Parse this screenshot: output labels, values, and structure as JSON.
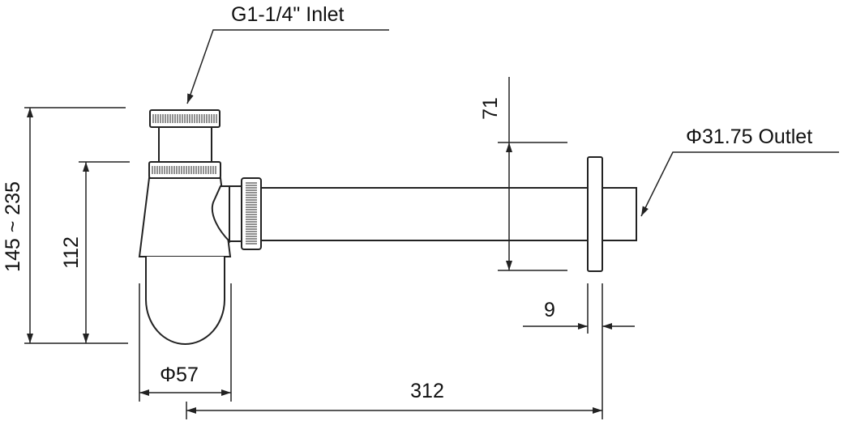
{
  "labels": {
    "inlet": "G1-1/4\" Inlet",
    "outlet": "Φ31.75 Outlet"
  },
  "dimensions": {
    "total_height": "145 ~ 235",
    "body_height": "112",
    "cup_diameter": "Φ57",
    "outlet_offset": "71",
    "flange_thickness": "9",
    "pipe_length": "312"
  },
  "colors": {
    "line": "#222222",
    "background": "#ffffff"
  }
}
